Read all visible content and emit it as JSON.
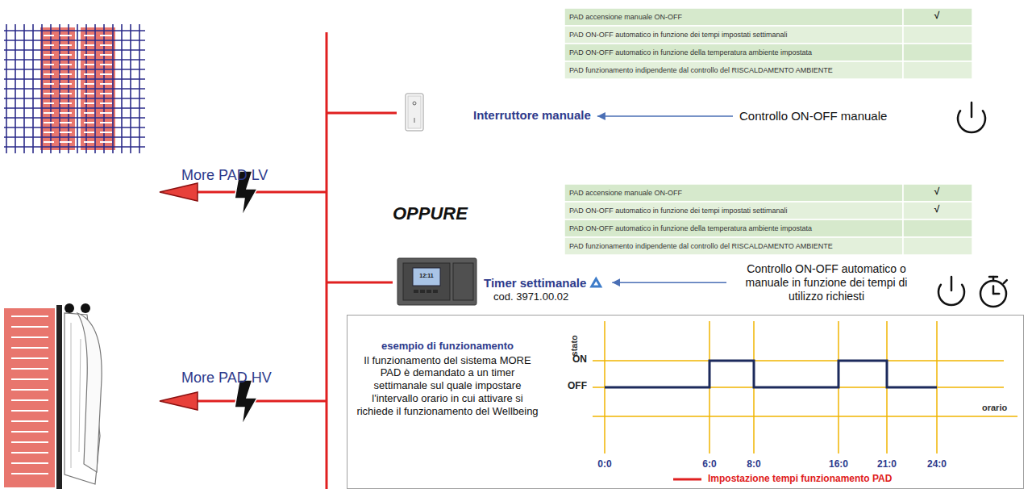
{
  "diagram": {
    "nodes": [
      {
        "text": [
          "Interruttore manuale"
        ]
      },
      {
        "text": [
          "Controllo ON-OFF manuale"
        ]
      },
      {
        "text": [
          "Timer settimanale",
          "cod. 3971.00.02"
        ]
      },
      {
        "text": [
          "Controllo ON-OFF automatico o manuale in funzione dei tempi di utilizzo richiesti"
        ]
      },
      {
        "text": [
          "esempio di funzionamento",
          "Il funzionamento del sistema MORE PAD è demandato a un timer settimanale sul quale impostare l'intervallo orario in cui attivare si richiede il funzionamento del Wellbeing"
        ]
      }
    ],
    "edges": [
      {
        "from": 1,
        "to": 0,
        "arrow": "to"
      },
      {
        "from": 3,
        "to": 2,
        "arrow": "to"
      }
    ],
    "labels": [
      "More PAD LV",
      "More PAD HV",
      "PAD accensione manuale ON-OFF",
      "PAD ON-OFF automatico in funzione dei tempi impostati settimanali",
      "PAD ON-OFF automatico in funzione della temperatura ambiente impostata",
      "PAD funzionamento indipendente dal controllo del RISCALDAMENTO AMBIENTE",
      "√",
      "OPPURE",
      "PAD accensione manuale ON-OFF",
      "PAD ON-OFF automatico in funzione dei tempi impostati settimanali",
      "PAD ON-OFF automatico in funzione della temperatura ambiente impostata",
      "PAD funzionamento indipendente dal controllo del RISCALDAMENTO AMBIENTE",
      "√",
      "√",
      "12:11",
      "stato",
      "ON",
      "OFF",
      "orario",
      "0:0",
      "6:0",
      "8:0",
      "16:0",
      "21:0",
      "24:0"
    ],
    "legend": [
      {
        "text": "Impostazione tempi funzionamento PAD"
      }
    ]
  }
}
